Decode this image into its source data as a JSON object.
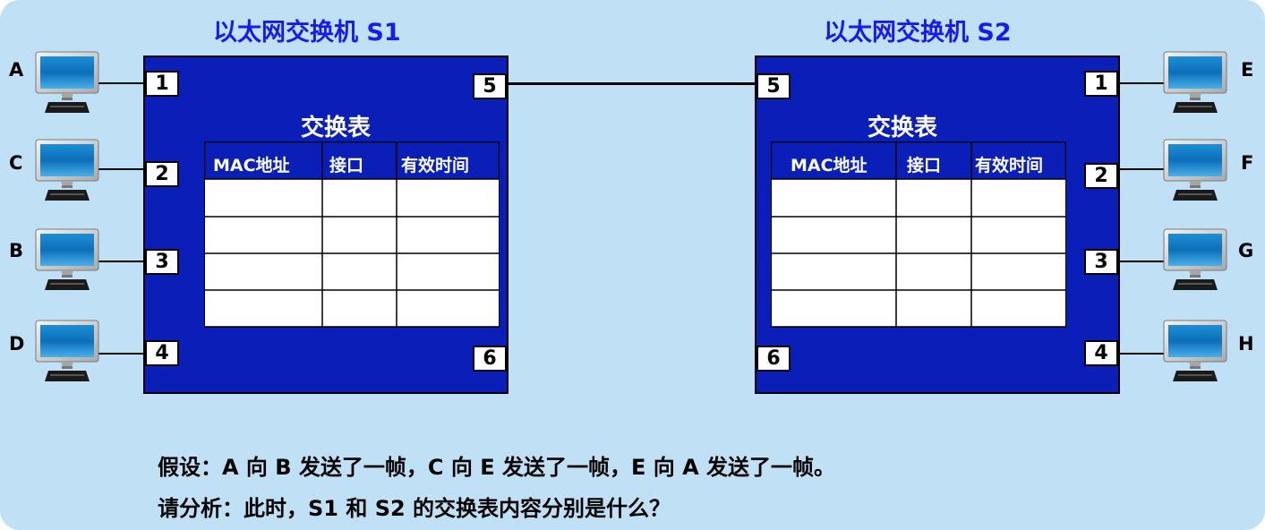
{
  "switch_s1": {
    "title": "以太网交换机 S1",
    "ports": [
      "1",
      "2",
      "3",
      "4",
      "5",
      "6"
    ],
    "table_title": "交换表",
    "columns": [
      "MAC地址",
      "接口",
      "有效时间"
    ]
  },
  "switch_s2": {
    "title": "以太网交换机 S2",
    "ports": [
      "5",
      "1",
      "2",
      "3",
      "6",
      "4"
    ],
    "table_title": "交换表",
    "columns": [
      "MAC地址",
      "接口",
      "有效时间"
    ]
  },
  "hosts_left": [
    "A",
    "C",
    "B",
    "D"
  ],
  "hosts_right": [
    "E",
    "F",
    "G",
    "H"
  ],
  "question": {
    "line1": "假设：A 向 B 发送了一帧，C 向 E 发送了一帧，E 向 A 发送了一帧。",
    "line2": "请分析：此时，S1 和 S2 的交换表内容分别是什么？"
  },
  "colors": {
    "background": "#bfe0f5",
    "switch_fill": "#0a1fb8",
    "title_text": "#1a1aee",
    "table_cell": "#ffffff"
  }
}
